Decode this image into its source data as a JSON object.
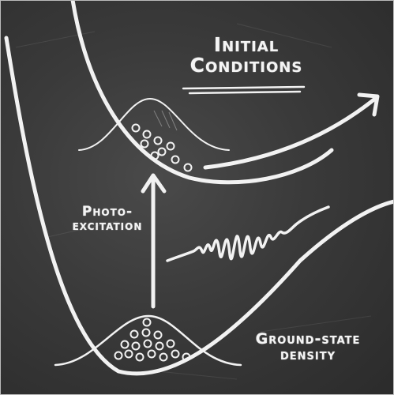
{
  "labels": {
    "initial_conditions_line1": "Initial",
    "initial_conditions_line2": "Conditions",
    "photo_line1": "Photo-",
    "photo_line2": "excitation",
    "ground_line1": "Ground-state",
    "ground_line2": "density"
  },
  "colors": {
    "chalk": "#f2f2f2",
    "board": "#3a3a3a"
  }
}
